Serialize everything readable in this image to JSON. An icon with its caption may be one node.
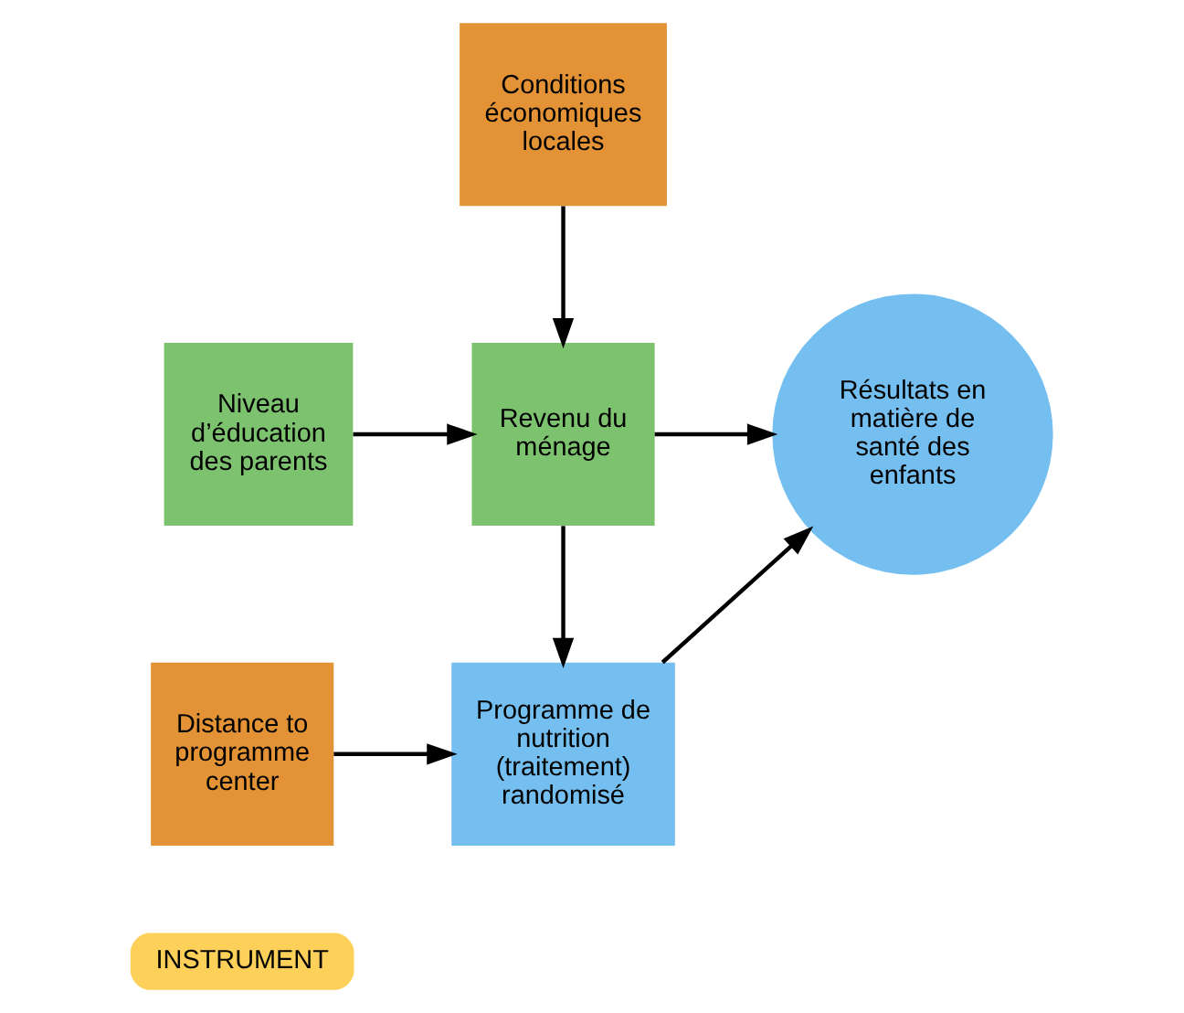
{
  "diagram": {
    "nodes": [
      {
        "text": [
          "Conditions économiques locales"
        ]
      },
      {
        "text": [
          "Niveau d’éducation des parents"
        ]
      },
      {
        "text": [
          "Revenu du ménage"
        ]
      },
      {
        "text": [
          "Résultats en matière de santé des enfants"
        ]
      },
      {
        "text": [
          "Distance to programme center"
        ]
      },
      {
        "text": [
          "Programme de nutrition (traitement) randomisé"
        ]
      },
      {
        "text": [
          "INSTRUMENT"
        ]
      }
    ],
    "edges": [
      {
        "from": 0,
        "to": 2,
        "arrow": "to"
      },
      {
        "from": 1,
        "to": 2,
        "arrow": "to"
      },
      {
        "from": 2,
        "to": 3,
        "arrow": "to"
      },
      {
        "from": 2,
        "to": 5,
        "arrow": "to"
      },
      {
        "from": 4,
        "to": 5,
        "arrow": "to"
      },
      {
        "from": 5,
        "to": 3,
        "arrow": "to"
      }
    ]
  }
}
